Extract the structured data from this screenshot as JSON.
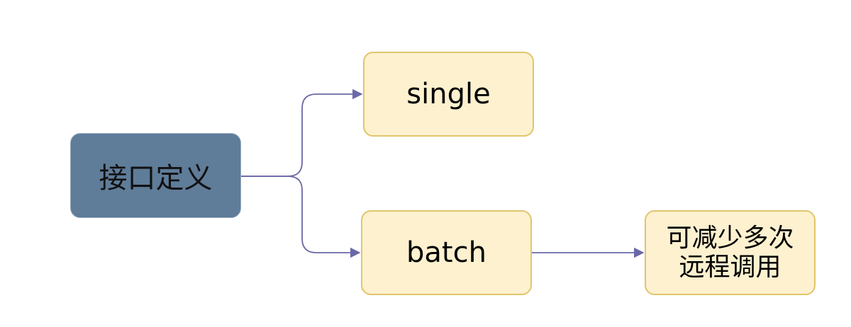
{
  "diagram": {
    "root": {
      "label": "接口定义"
    },
    "children": [
      {
        "label": "single"
      },
      {
        "label": "batch"
      }
    ],
    "note": {
      "lines": [
        "可减少多次",
        "远程调用"
      ]
    },
    "colors": {
      "root_fill": "#5f7c99",
      "leaf_fill": "#fdf1cf",
      "leaf_border": "#e1c56c",
      "edge": "#6a68a8"
    }
  }
}
